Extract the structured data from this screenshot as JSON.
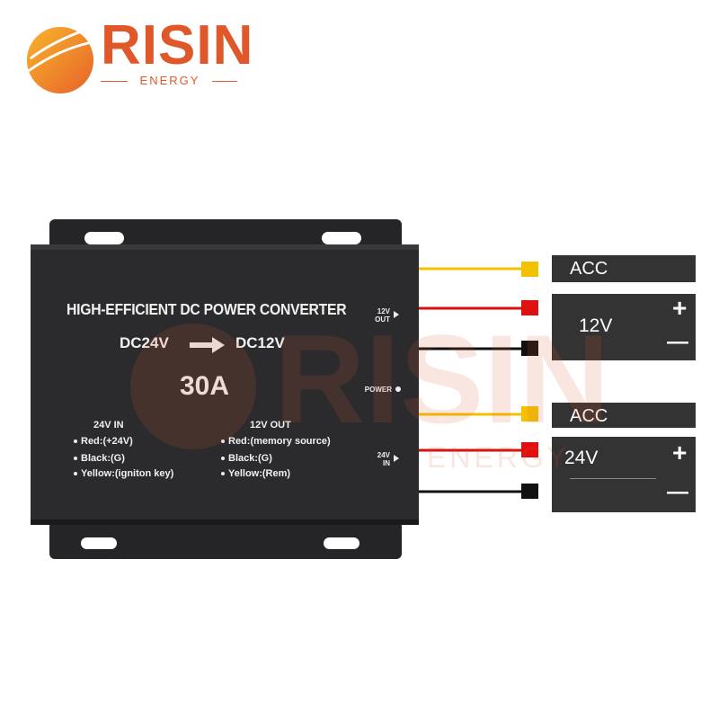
{
  "brand": {
    "name": "RISIN",
    "tagline": "ENERGY"
  },
  "device": {
    "title": "HIGH-EFFICIENT DC POWER CONVERTER",
    "input_voltage": "DC24V",
    "output_voltage": "DC12V",
    "current_rating": "30A",
    "power_label": "POWER",
    "port_out_label": [
      "12V",
      "OUT"
    ],
    "port_in_label": [
      "24V",
      "IN"
    ],
    "input_section": {
      "heading": "24V IN",
      "lines": [
        "Red:(+24V)",
        "Black:(G)",
        "Yellow:(igniton key)"
      ]
    },
    "output_section": {
      "heading": "12V OUT",
      "lines": [
        "Red:(memory source)",
        "Black:(G)",
        "Yellow:(Rem)"
      ]
    }
  },
  "terminals": {
    "output_acc": "ACC",
    "output_voltage": "12V",
    "input_acc": "ACC",
    "input_voltage": "24V",
    "plus": "+",
    "minus": "—"
  },
  "colors": {
    "brand_orange": "#e0582a",
    "wire_yellow": "#f2c200",
    "wire_red": "#d81010",
    "wire_black": "#111111",
    "terminal_gray": "#333333",
    "device_body": "#2a2a2c"
  }
}
